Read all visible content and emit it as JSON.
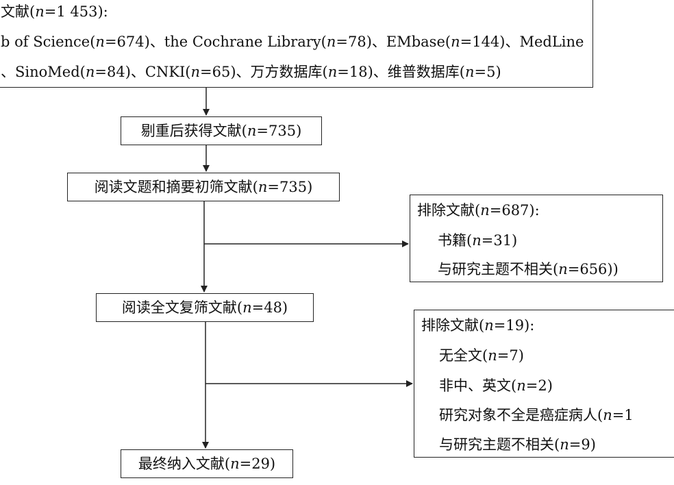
{
  "search": {
    "line1": "文献(",
    "line1_n": "n",
    "line1_rest": "=1 453):",
    "line2_a": "b of Science(",
    "line2_b": "=674)、the Cochrane Library(",
    "line2_c": "=78)、EMbase(",
    "line2_d": "=144)、MedLine",
    "line3_a": "、SinoMed(",
    "line3_b": "=84)、CNKI(",
    "line3_c": "=65)、万方数据库(",
    "line3_d": "=18)、维普数据库(",
    "line3_e": "=5)",
    "n": "n"
  },
  "dedup": {
    "pre": "剔重后获得文献(",
    "n": "n",
    "post": "=735)"
  },
  "screen1": {
    "pre": "阅读文题和摘要初筛文献(",
    "n": "n",
    "post": "=735)"
  },
  "exclude1": {
    "title_pre": "排除文献(",
    "title_post": "=687):",
    "item1_pre": "书籍(",
    "item1_post": "=31)",
    "item2_pre": "与研究主题不相关(",
    "item2_post": "=656))",
    "n": "n"
  },
  "screen2": {
    "pre": "阅读全文复筛文献(",
    "n": "n",
    "post": "=48)"
  },
  "exclude2": {
    "title_pre": "排除文献(",
    "title_post": "=19):",
    "item1_pre": "无全文(",
    "item1_post": "=7)",
    "item2_pre": "非中、英文(",
    "item2_post": "=2)",
    "item3_pre": "研究对象不全是癌症病人(",
    "item3_post": "=1",
    "item4_pre": "与研究主题不相关(",
    "item4_post": "=9)",
    "n": "n"
  },
  "final": {
    "pre": "最终纳入文献(",
    "n": "n",
    "post": "=29)"
  }
}
